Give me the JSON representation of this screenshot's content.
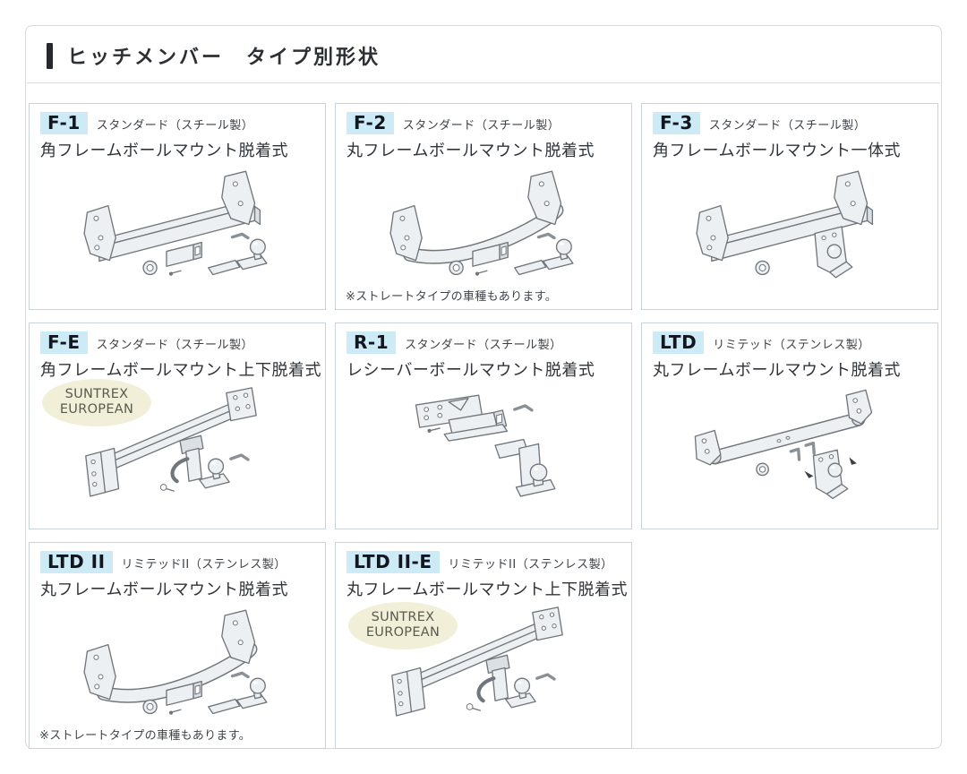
{
  "header": {
    "title": "ヒッチメンバー　タイプ別形状"
  },
  "suntrex": {
    "line1": "SUNTREX",
    "line2": "EUROPEAN"
  },
  "colors": {
    "code_badge_bg": "#cdeaf7",
    "code_badge_text": "#14161f",
    "euro_badge_bg": "#f2efd9",
    "panel_border": "#c9d2d8",
    "header_bar": "#26282c"
  },
  "panels": [
    {
      "code": "F-1",
      "grade": "スタンダード（スチール製）",
      "name": "角フレームボールマウント脱着式",
      "illustration": "square-frame-ball-mount-detachable"
    },
    {
      "code": "F-2",
      "grade": "スタンダード（スチール製）",
      "name": "丸フレームボールマウント脱着式",
      "note": "※ストレートタイプの車種もあります。",
      "illustration": "round-frame-ball-mount-detachable"
    },
    {
      "code": "F-3",
      "grade": "スタンダード（スチール製）",
      "name": "角フレームボールマウント一体式",
      "illustration": "square-frame-ball-mount-integrated"
    },
    {
      "code": "F-E",
      "grade": "スタンダード（スチール製）",
      "name": "角フレームボールマウント上下脱着式",
      "euro_badge": true,
      "illustration": "square-frame-vertical-detachable-european"
    },
    {
      "code": "R-1",
      "grade": "スタンダード（スチール製）",
      "name": "レシーバーボールマウント脱着式",
      "illustration": "receiver-ball-mount-detachable"
    },
    {
      "code": "LTD",
      "grade": "リミテッド（ステンレス製）",
      "name": "丸フレームボールマウント脱着式",
      "illustration": "round-tube-ball-mount-detachable"
    },
    {
      "code": "LTD II",
      "grade": "リミテッドII（ステンレス製）",
      "name": "丸フレームボールマウント脱着式",
      "note": "※ストレートタイプの車種もあります。",
      "illustration": "round-frame-ball-mount-detachable"
    },
    {
      "code": "LTD II-E",
      "grade": "リミテッドII（ステンレス製）",
      "name": "丸フレームボールマウント上下脱着式",
      "euro_badge": true,
      "illustration": "round-frame-vertical-detachable-european"
    }
  ]
}
